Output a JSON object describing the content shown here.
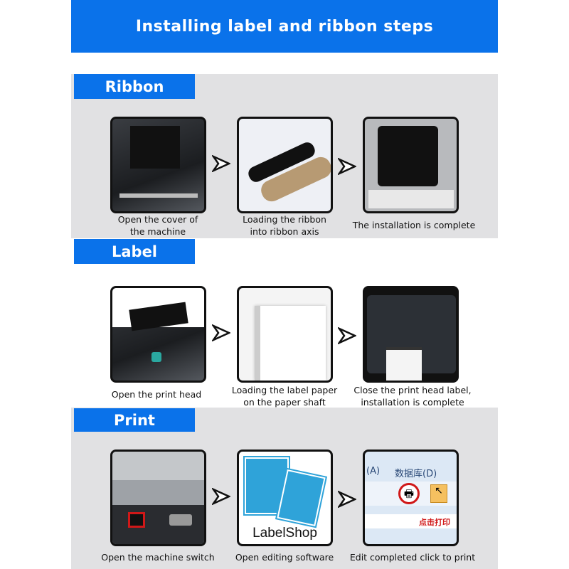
{
  "header": {
    "title": "Installing label and ribbon steps"
  },
  "sections": [
    {
      "title": "Ribbon",
      "steps": [
        {
          "caption": "Open the cover of the machine"
        },
        {
          "caption": "Loading the ribbon into ribbon axis"
        },
        {
          "caption": "The installation is complete"
        }
      ]
    },
    {
      "title": "Label",
      "steps": [
        {
          "caption": "Open the print head"
        },
        {
          "caption": "Loading the label paper on the paper shaft"
        },
        {
          "caption": "Close the print head label, installation is complete"
        }
      ]
    },
    {
      "title": "Print",
      "steps": [
        {
          "caption": "Open the machine switch"
        },
        {
          "caption": "Open editing software"
        },
        {
          "caption": "Edit completed click to print"
        }
      ]
    }
  ],
  "software": {
    "logo_text": "LabelShop",
    "menu_a": "(A)",
    "menu_db": "数据库(D)",
    "click_print": "点击打印"
  },
  "colors": {
    "accent": "#0a72ea",
    "grey_bg": "#e1e1e3"
  }
}
